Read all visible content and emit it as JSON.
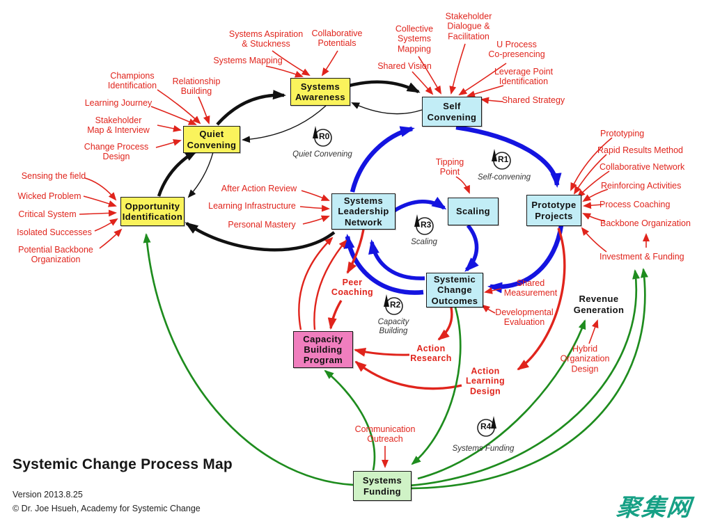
{
  "title": {
    "heading": "Systemic Change Process Map",
    "version": "Version 2013.8.25",
    "copyright": "© Dr. Joe Hsueh, Academy for Systemic Change"
  },
  "watermark": "聚集网",
  "colors": {
    "box_yellow": "#FAF35C",
    "box_blue": "#C2EDF6",
    "box_pink": "#F07EBE",
    "box_green": "#CFF2C6",
    "label_red": "#E0241C",
    "arrow_green": "#1E8C1E",
    "arrow_blue": "#1414E0",
    "arrow_black": "#111111",
    "watermark_teal": "#16A085"
  },
  "boxes": [
    {
      "id": "systems-awareness",
      "label": "Systems\nAwareness"
    },
    {
      "id": "quiet-convening",
      "label": "Quiet\nConvening"
    },
    {
      "id": "opportunity-identification",
      "label": "Opportunity\nIdentification"
    },
    {
      "id": "self-convening",
      "label": "Self\nConvening"
    },
    {
      "id": "systems-leadership-network",
      "label": "Systems\nLeadership\nNetwork"
    },
    {
      "id": "scaling",
      "label": "Scaling"
    },
    {
      "id": "prototype-projects",
      "label": "Prototype\nProjects"
    },
    {
      "id": "systemic-change-outcomes",
      "label": "Systemic\nChange\nOutcomes"
    },
    {
      "id": "capacity-building-program",
      "label": "Capacity\nBuilding\nProgram"
    },
    {
      "id": "systems-funding",
      "label": "Systems\nFunding"
    }
  ],
  "free_nodes": [
    {
      "id": "revenue-generation",
      "label": "Revenue\nGeneration"
    }
  ],
  "labels": [
    {
      "text": "Systems Aspiration\n& Stuckness"
    },
    {
      "text": "Collaborative\nPotentials"
    },
    {
      "text": "Systems Mapping"
    },
    {
      "text": "Champions\nIdentification"
    },
    {
      "text": "Relationship\nBuilding"
    },
    {
      "text": "Learning Journey"
    },
    {
      "text": "Stakeholder\nMap & Interview"
    },
    {
      "text": "Change Process\nDesign"
    },
    {
      "text": "Sensing the field"
    },
    {
      "text": "Wicked Problem"
    },
    {
      "text": "Critical System"
    },
    {
      "text": "Isolated Successes"
    },
    {
      "text": "Potential Backbone\nOrganization"
    },
    {
      "text": "Collective\nSystems\nMapping"
    },
    {
      "text": "Stakeholder\nDialogue &\nFacilitation"
    },
    {
      "text": "U Process\nCo-presencing"
    },
    {
      "text": "Shared Vision"
    },
    {
      "text": "Leverage Point\nIdentification"
    },
    {
      "text": "Shared Strategy"
    },
    {
      "text": "After Action Review"
    },
    {
      "text": "Learning Infrastructure"
    },
    {
      "text": "Personal Mastery"
    },
    {
      "text": "Prototyping"
    },
    {
      "text": "Rapid Results Method"
    },
    {
      "text": "Collaborative Network"
    },
    {
      "text": "Reinforcing Activities"
    },
    {
      "text": "Process Coaching"
    },
    {
      "text": "Backbone Organization"
    },
    {
      "text": "Investment & Funding"
    },
    {
      "text": "Tipping\nPoint"
    },
    {
      "text": "Peer\nCoaching"
    },
    {
      "text": "Shared\nMeasurement"
    },
    {
      "text": "Developmental\nEvaluation"
    },
    {
      "text": "Action\nResearch"
    },
    {
      "text": "Action\nLearning\nDesign"
    },
    {
      "text": "Hybrid\nOrganization\nDesign"
    },
    {
      "text": "Communication\nOutreach"
    }
  ],
  "loops": [
    {
      "id": "R0",
      "name": "Quiet Convening"
    },
    {
      "id": "R1",
      "name": "Self-convening"
    },
    {
      "id": "R3",
      "name": "Scaling"
    },
    {
      "id": "R2",
      "name": "Capacity\nBuilding"
    },
    {
      "id": "R4",
      "name": "Systems Funding"
    }
  ]
}
